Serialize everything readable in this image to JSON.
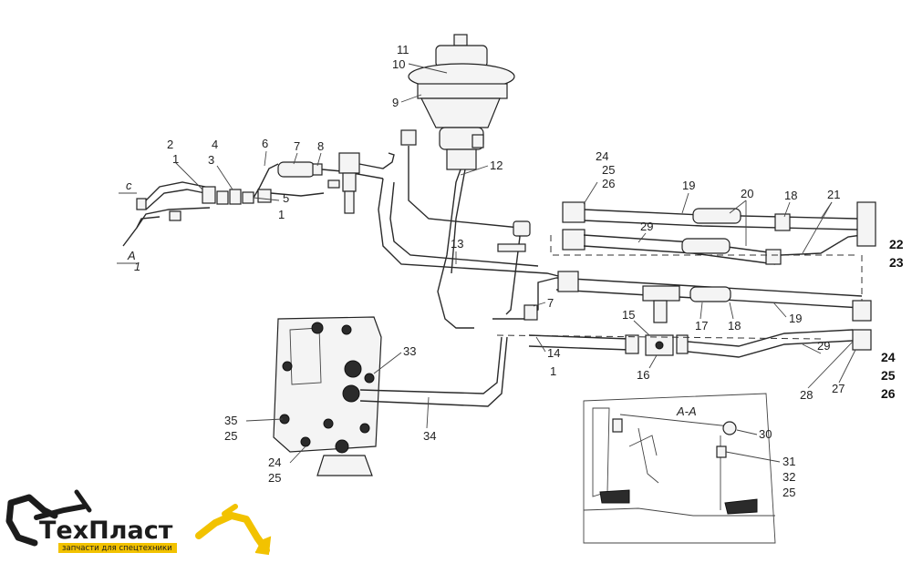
{
  "diagram": {
    "section_labels": {
      "c": "c",
      "a_left": "A",
      "a_left_num": "1",
      "a_a": "A-A"
    },
    "callouts": {
      "n1a": "1",
      "n2": "2",
      "n3": "3",
      "n4": "4",
      "n5": "5",
      "n1b": "1",
      "n6": "6",
      "n7": "7",
      "n8": "8",
      "n9": "9",
      "n10": "10",
      "n11": "11",
      "n12": "12",
      "n13": "13",
      "n7b": "7",
      "n14": "14",
      "n1c": "1",
      "n15": "15",
      "n16": "16",
      "n17": "17",
      "n18a": "18",
      "n19a": "19",
      "n18b": "18",
      "n19b": "19",
      "n20": "20",
      "n21": "21",
      "n22": "22",
      "n23": "23",
      "n24a": "24",
      "n25a": "25",
      "n26a": "26",
      "n24b": "24",
      "n25b": "25",
      "n26b": "26",
      "n27": "27",
      "n28": "28",
      "n29a": "29",
      "n29b": "29",
      "n30": "30",
      "n31": "31",
      "n32": "32",
      "n25c": "25",
      "n33": "33",
      "n34": "34",
      "n35": "35",
      "n25d": "25",
      "n24c": "24",
      "n25e": "25"
    }
  },
  "logo": {
    "brand": "ТехПласт",
    "tagline": "запчасти для спецтехники",
    "colors": {
      "accent": "#f2c200",
      "dark": "#1c1c1c"
    }
  }
}
